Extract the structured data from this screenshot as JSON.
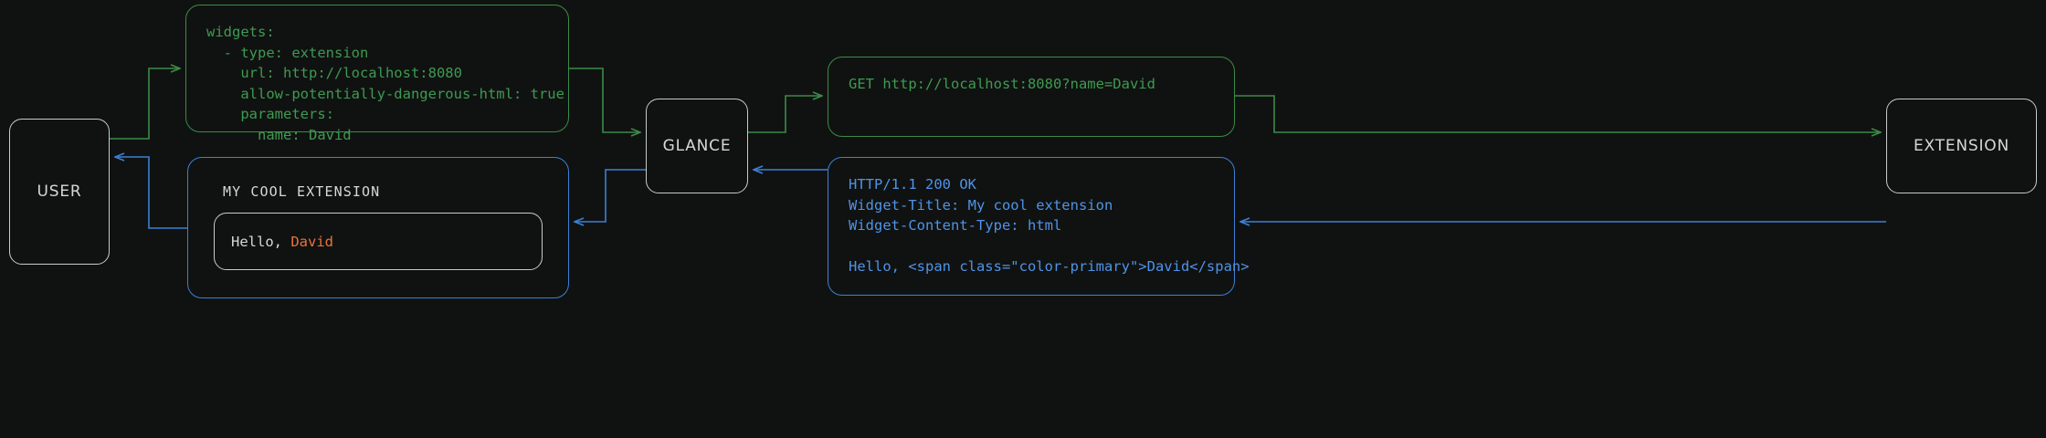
{
  "theme": {
    "background": "#101211",
    "node_border": "#c9cbca",
    "node_text": "#d6d8d7",
    "request_color": "#3f9a52",
    "response_color": "#4f93e8",
    "accent_color": "#e8743b"
  },
  "nodes": {
    "user": {
      "label": "USER"
    },
    "glance": {
      "label": "GLANCE"
    },
    "extension": {
      "label": "EXTENSION"
    }
  },
  "panels": {
    "yaml_config": {
      "color": "#3f9a52",
      "lines": [
        "widgets:",
        "  - type: extension",
        "    url: http://localhost:8080",
        "    allow-potentially-dangerous-html: true",
        "    parameters:",
        "      name: David"
      ],
      "text": "widgets:\n  - type: extension\n    url: http://localhost:8080\n    allow-potentially-dangerous-html: true\n    parameters:\n      name: David"
    },
    "http_request": {
      "color": "#3f9a52",
      "method": "GET",
      "url": "http://localhost:8080?name=David",
      "text": "GET http://localhost:8080?name=David"
    },
    "http_response": {
      "color": "#4f93e8",
      "status_line": "HTTP/1.1 200 OK",
      "headers": [
        "Widget-Title: My cool extension",
        "Widget-Content-Type: html"
      ],
      "body": "Hello, <span class=\"color-primary\">David</span>",
      "text": "HTTP/1.1 200 OK\nWidget-Title: My cool extension\nWidget-Content-Type: html\n\nHello, <span class=\"color-primary\">David</span>"
    },
    "rendered_widget": {
      "color": "#4f93e8",
      "title": "MY COOL EXTENSION",
      "greeting_prefix": "Hello, ",
      "greeting_name": "David"
    }
  }
}
